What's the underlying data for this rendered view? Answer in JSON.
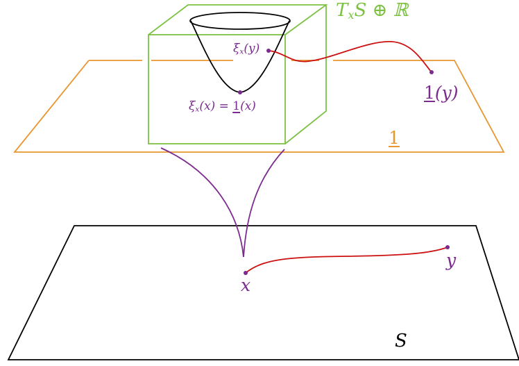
{
  "labels": {
    "cube": {
      "prefix": "T",
      "sub": "x",
      "suffix": "S ⊕ ℝ"
    },
    "xi_y": {
      "main": "ξ",
      "sub": "x",
      "arg": "(y)"
    },
    "xi_x": {
      "main": "ξ",
      "sub": "x",
      "arg": "(x) = ",
      "one": "1",
      "rest": "(x)"
    },
    "one_y": {
      "one": "1",
      "arg": "(y)"
    },
    "bundle": "1",
    "point_x": "x",
    "point_y": "y",
    "surface": "S"
  },
  "colors": {
    "cube": "#7dc143",
    "bundle_plane": "#e8962f",
    "base_plane": "#000000",
    "points": "#7b2a8f",
    "curves": "#cc1010"
  }
}
